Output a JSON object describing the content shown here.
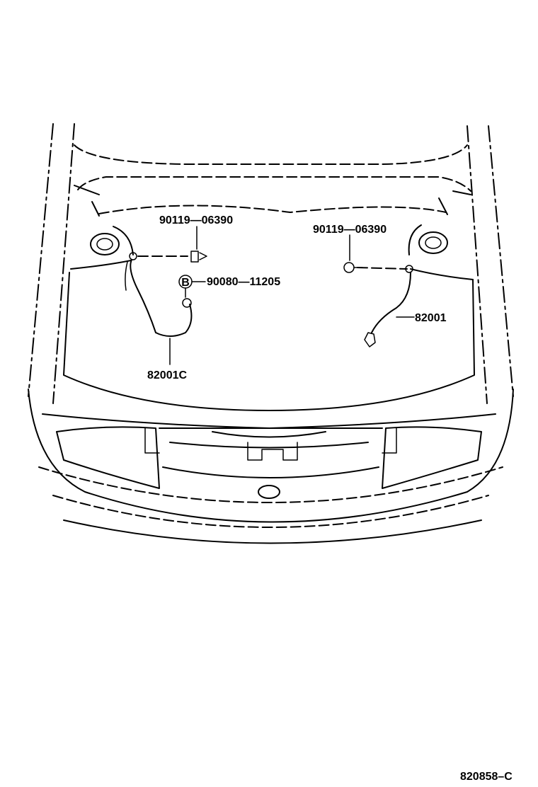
{
  "parts": {
    "bolt_left": "90119—06390",
    "bolt_right": "90119—06390",
    "clip": "90080—11205",
    "clip_marker": "B",
    "wire_left": "82001C",
    "wire_right": "82001"
  },
  "figure_code": "820858–C"
}
